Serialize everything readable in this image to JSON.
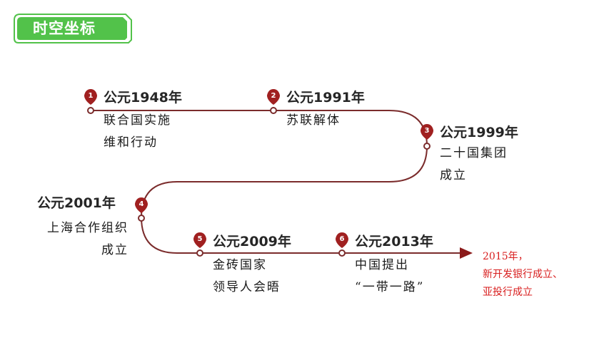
{
  "header": {
    "title": "时空坐标"
  },
  "colors": {
    "line": "#7b2c2c",
    "badge": "#52c24a",
    "note": "#d81e1e"
  },
  "events": [
    {
      "num": "1",
      "year": "公元1948年",
      "lines": [
        "联合国实施",
        "维和行动"
      ]
    },
    {
      "num": "2",
      "year": "公元1991年",
      "lines": [
        "苏联解体"
      ]
    },
    {
      "num": "3",
      "year": "公元1999年",
      "lines": [
        "二十国集团",
        "成立"
      ]
    },
    {
      "num": "4",
      "year": "公元2001年",
      "lines": [
        "上海合作组织",
        "成立"
      ]
    },
    {
      "num": "5",
      "year": "公元2009年",
      "lines": [
        "金砖国家",
        "领导人会晤"
      ]
    },
    {
      "num": "6",
      "year": "公元2013年",
      "lines": [
        "中国提出",
        "“一带一路”"
      ]
    }
  ],
  "note": {
    "lines": [
      "2015年，",
      "新开发银行成立、",
      "亚投行成立"
    ]
  }
}
